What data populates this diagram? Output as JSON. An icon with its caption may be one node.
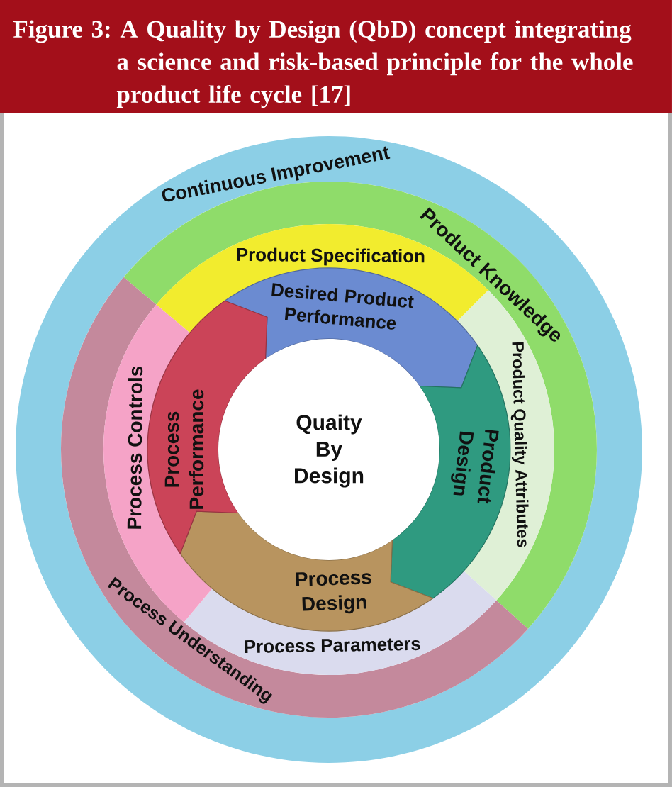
{
  "diagram": {
    "title": "Figure 3: A Quality by Design (QbD) concept integrating a science and risk-based principle for the whole product life cycle [17]",
    "nodes": [
      {
        "text": [
          "Continuous Improvement"
        ]
      },
      {
        "text": [
          "Product Knowledge"
        ],
        "in": 0
      },
      {
        "text": [
          "Process Understanding"
        ],
        "in": 0
      },
      {
        "text": [
          "Product Specification"
        ],
        "in": 0
      },
      {
        "text": [
          "Product Quality Attributes"
        ],
        "in": 0
      },
      {
        "text": [
          "Process Parameters"
        ],
        "in": 0
      },
      {
        "text": [
          "Process Controls"
        ],
        "in": 0
      },
      {
        "text": [
          "Desired Product Performance"
        ],
        "in": 0
      },
      {
        "text": [
          "Product Design"
        ],
        "in": 0
      },
      {
        "text": [
          "Process Design"
        ],
        "in": 0
      },
      {
        "text": [
          "Process Performance"
        ],
        "in": 0
      },
      {
        "text": [
          "Quaity By Design"
        ],
        "in": 0
      }
    ]
  }
}
